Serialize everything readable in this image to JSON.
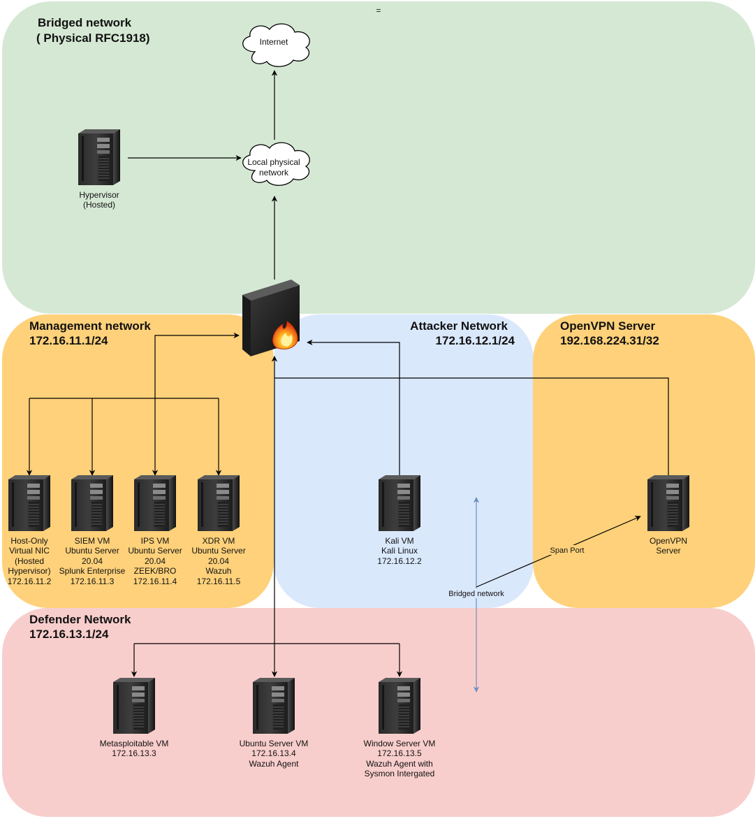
{
  "misc": {
    "equals_mark": "="
  },
  "zones": {
    "bridged": {
      "title": "Bridged network",
      "subtitle": "( Physical RFC1918)",
      "color": "#d5e8d4"
    },
    "management": {
      "title": "Management network",
      "subnet": "172.16.11.1/24",
      "color": "#fed17a"
    },
    "attacker": {
      "title": "Attacker Network",
      "subnet": "172.16.12.1/24",
      "color": "#dae8fc"
    },
    "openvpn": {
      "title": "OpenVPN Server",
      "subnet": "192.168.224.31/32",
      "color": "#fed17a"
    },
    "defender": {
      "title": "Defender Network",
      "subnet": "172.16.13.1/24",
      "color": "#f8cecc"
    }
  },
  "clouds": {
    "internet": {
      "label": "Internet"
    },
    "local": {
      "line1": "Local physical",
      "line2": "network"
    }
  },
  "nodes": {
    "hypervisor": {
      "icon": "server-icon",
      "lines": [
        "Hypervisor",
        "(Hosted)"
      ]
    },
    "firewall": {
      "icon": "firewall-icon"
    },
    "hostonly": {
      "icon": "server-icon",
      "lines": [
        "Host-Only",
        "Virtual NIC",
        "(Hosted",
        "Hypervisor)",
        "172.16.11.2"
      ]
    },
    "siem": {
      "icon": "server-icon",
      "lines": [
        "SIEM VM",
        "Ubuntu Server",
        "20.04",
        "Splunk Enterprise",
        "172.16.11.3"
      ]
    },
    "ips": {
      "icon": "server-icon",
      "lines": [
        "IPS VM",
        "Ubuntu Server",
        "20.04",
        "ZEEK/BRO",
        "172.16.11.4"
      ]
    },
    "xdr": {
      "icon": "server-icon",
      "lines": [
        "XDR VM",
        "Ubuntu Server",
        "20.04",
        "Wazuh",
        "172.16.11.5"
      ]
    },
    "kali": {
      "icon": "server-icon",
      "lines": [
        "Kali VM",
        "Kali Linux",
        "172.16.12.2"
      ]
    },
    "openvpn": {
      "icon": "server-icon",
      "lines": [
        "OpenVPN",
        "Server"
      ]
    },
    "metasploitable": {
      "icon": "server-icon",
      "lines": [
        "Metasploitable VM",
        "172.16.13.3"
      ]
    },
    "ubuntu": {
      "icon": "server-icon",
      "lines": [
        "Ubuntu Server VM",
        "172.16.13.4",
        "Wazuh Agent"
      ]
    },
    "windows": {
      "icon": "server-icon",
      "lines": [
        "Window Server VM",
        "172.16.13.5",
        "Wazuh Agent with",
        "Sysmon Intergated"
      ]
    }
  },
  "edge_labels": {
    "span_port": "Span Port",
    "bridged_network": "Bridged network"
  },
  "colors": {
    "edge": "#000000",
    "bridged_link": "#6c8ebf"
  }
}
